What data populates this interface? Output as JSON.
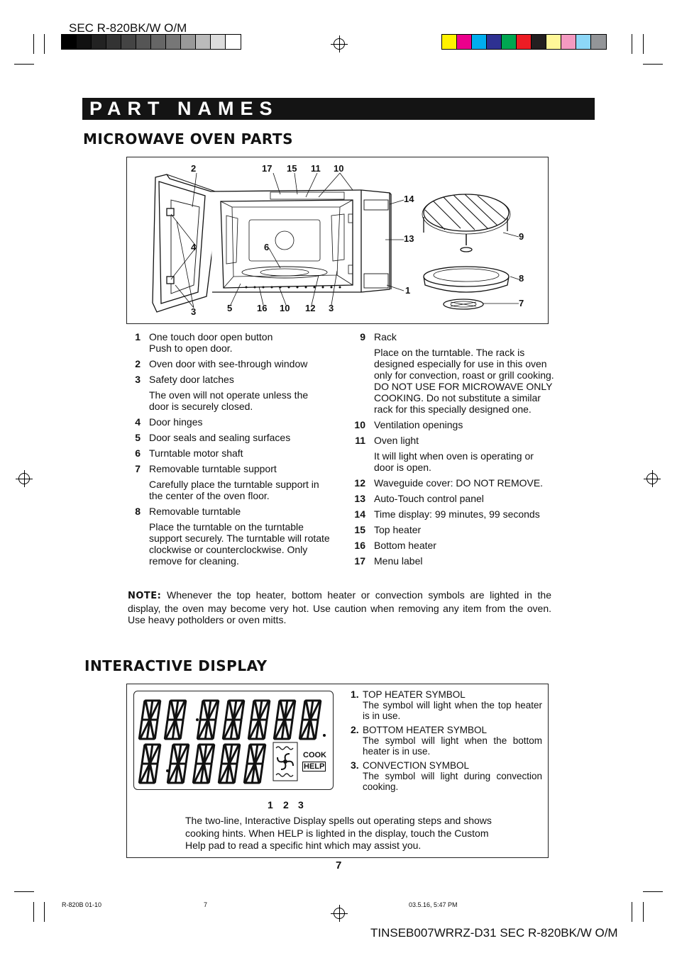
{
  "header": {
    "model_code": "SEC R-820BK/W O/M",
    "gray_swatches": [
      "#000000",
      "#111111",
      "#222222",
      "#333333",
      "#444444",
      "#555555",
      "#666666",
      "#777777",
      "#999999",
      "#bbbbbb",
      "#dddddd",
      "#ffffff"
    ],
    "color_swatches": [
      "#fff200",
      "#ec008c",
      "#00aeef",
      "#2e3192",
      "#00a651",
      "#ed1c24",
      "#231f20",
      "#fff799",
      "#f49ac1",
      "#8dd7f7",
      "#939598"
    ]
  },
  "banner_title": "PART NAMES",
  "section1": {
    "heading": "MICROWAVE OVEN PARTS",
    "callouts": {
      "top_2": "2",
      "top_17": "17",
      "top_15": "15",
      "top_11": "11",
      "top_10": "10",
      "c14": "14",
      "c13": "13",
      "c9": "9",
      "c8": "8",
      "c7": "7",
      "c1": "1",
      "c4": "4",
      "c6": "6",
      "bot_3a": "3",
      "bot_5": "5",
      "bot_16": "16",
      "bot_10": "10",
      "bot_12": "12",
      "bot_3b": "3"
    }
  },
  "parts_left": [
    {
      "num": "1",
      "name": "One touch door open button",
      "desc": "Push to open door."
    },
    {
      "num": "2",
      "name": "Oven door with see-through window",
      "desc": ""
    },
    {
      "num": "3",
      "name": "Safety door latches",
      "desc": "The oven will not operate unless the door is securely closed."
    },
    {
      "num": "4",
      "name": "Door hinges",
      "desc": ""
    },
    {
      "num": "5",
      "name": "Door seals and sealing surfaces",
      "desc": ""
    },
    {
      "num": "6",
      "name": "Turntable motor shaft",
      "desc": ""
    },
    {
      "num": "7",
      "name": "Removable turntable support",
      "desc": "Carefully place the turntable support in the center of the oven floor."
    },
    {
      "num": "8",
      "name": "Removable turntable",
      "desc": "Place the turntable on the turntable support securely. The turntable will rotate clockwise or counterclockwise. Only remove for cleaning."
    }
  ],
  "parts_right": [
    {
      "num": "9",
      "name": "Rack",
      "desc": "Place on the turntable. The rack is designed especially for use in this oven only for convection, roast or grill cooking. DO NOT USE FOR MICROWAVE ONLY COOKING. Do not substitute a similar rack for this specially designed one."
    },
    {
      "num": "10",
      "name": "Ventilation openings",
      "desc": ""
    },
    {
      "num": "11",
      "name": "Oven light",
      "desc": "It will light when oven is operating or door is open."
    },
    {
      "num": "12",
      "name": "Waveguide cover: DO NOT REMOVE.",
      "desc": ""
    },
    {
      "num": "13",
      "name": "Auto-Touch control panel",
      "desc": ""
    },
    {
      "num": "14",
      "name": "Time display: 99 minutes, 99 seconds",
      "desc": ""
    },
    {
      "num": "15",
      "name": "Top heater",
      "desc": ""
    },
    {
      "num": "16",
      "name": "Bottom heater",
      "desc": ""
    },
    {
      "num": "17",
      "name": "Menu label",
      "desc": ""
    }
  ],
  "note": {
    "label": "NOTE:",
    "text": "Whenever the top heater, bottom heater or convection symbols are lighted in the display, the oven may become very hot. Use caution when removing any item from the oven. Use heavy potholders or oven mitts."
  },
  "section2": {
    "heading": "INTERACTIVE DISPLAY",
    "display_labels": {
      "cook": "COOK",
      "help": "HELP"
    },
    "callouts": {
      "c1": "1",
      "c2": "2",
      "c3": "3"
    },
    "symbols": [
      {
        "num": "1.",
        "title": "TOP HEATER SYMBOL",
        "desc": "The symbol will light when the top heater is in use."
      },
      {
        "num": "2.",
        "title": "BOTTOM HEATER SYMBOL",
        "desc": "The symbol will light when the bottom heater is in use."
      },
      {
        "num": "3.",
        "title": "CONVECTION SYMBOL",
        "desc": "The symbol will light during convection cooking."
      }
    ],
    "description": "The two-line, Interactive Display spells out operating steps and shows cooking hints. When HELP is lighted in the display, touch the Custom Help pad to read a specific hint which may assist you."
  },
  "page_number": "7",
  "footer": {
    "file": "R-820B 01-10",
    "page": "7",
    "timestamp": "03.5.16, 5:47 PM",
    "doc_code": "TINSEB007WRRZ-D31 SEC R-820BK/W O/M"
  }
}
